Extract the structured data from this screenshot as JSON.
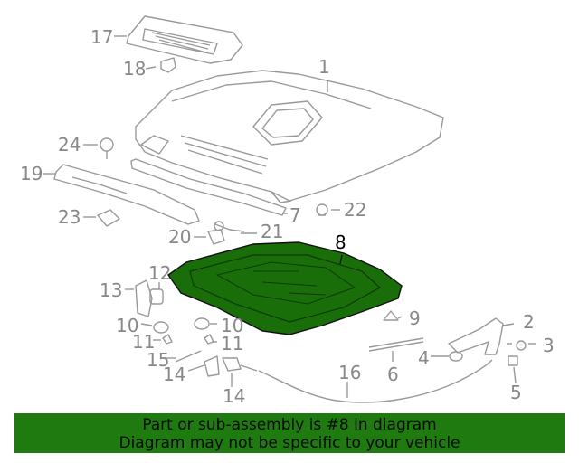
{
  "callouts": {
    "c1": "1",
    "c2": "2",
    "c3": "3",
    "c4": "4",
    "c5": "5",
    "c6": "6",
    "c7": "7",
    "c8": "8",
    "c9": "9",
    "c10a": "10",
    "c10b": "10",
    "c11a": "11",
    "c11b": "11",
    "c12": "12",
    "c13": "13",
    "c14a": "14",
    "c14b": "14",
    "c15": "15",
    "c16": "16",
    "c17": "17",
    "c18": "18",
    "c19": "19",
    "c20": "20",
    "c21": "21",
    "c22": "22",
    "c23": "23",
    "c24": "24"
  },
  "highlight_color": "#1a6e0a",
  "banner": {
    "line1": "Part or sub-assembly is #8 in diagram",
    "line2": "Diagram may not be specific to your vehicle",
    "color": "#1f7a10"
  }
}
